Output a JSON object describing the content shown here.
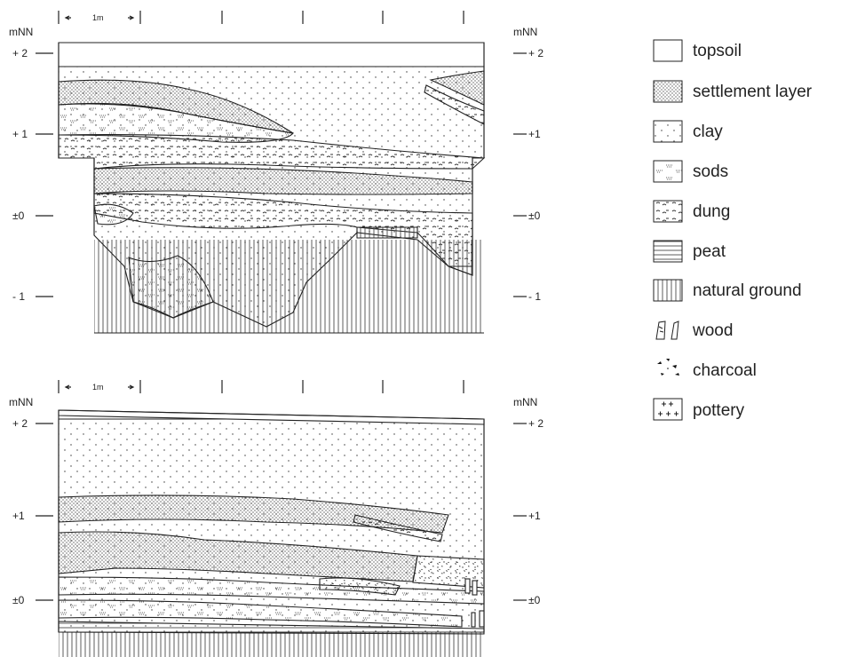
{
  "units": {
    "elevation": "mNN",
    "scale_bar": "1m"
  },
  "section_top": {
    "elevation_ticks_left": [
      "+ 2",
      "+ 1",
      "±0",
      "- 1"
    ],
    "elevation_ticks_right": [
      "+ 2",
      "+1",
      "±0",
      "- 1"
    ]
  },
  "section_bottom": {
    "elevation_ticks_left": [
      "+ 2",
      "+1",
      "±0"
    ],
    "elevation_ticks_right": [
      "+ 2",
      "+1",
      "±0"
    ]
  },
  "legend": [
    {
      "key": "topsoil",
      "label": "topsoil"
    },
    {
      "key": "settlement",
      "label": "settlement layer"
    },
    {
      "key": "clay",
      "label": "clay"
    },
    {
      "key": "sods",
      "label": "sods"
    },
    {
      "key": "dung",
      "label": "dung"
    },
    {
      "key": "peat",
      "label": "peat"
    },
    {
      "key": "natural",
      "label": "natural ground"
    },
    {
      "key": "wood",
      "label": "wood"
    },
    {
      "key": "charcoal",
      "label": "charcoal"
    },
    {
      "key": "pottery",
      "label": "pottery"
    }
  ]
}
